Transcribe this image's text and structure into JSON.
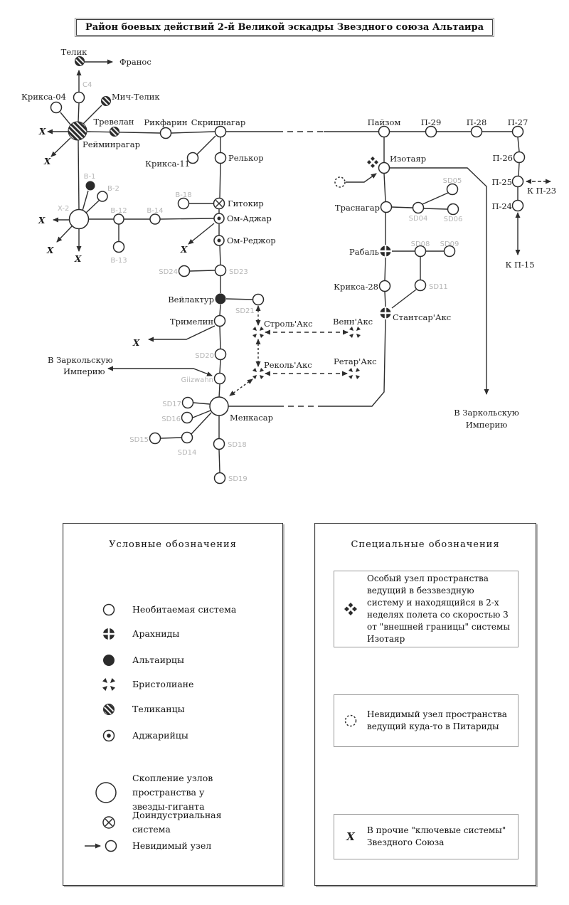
{
  "title": "Район боевых действий 2-й Великой эскадры Звездного союза Альтаира",
  "colors": {
    "ink": "#2b2b2b",
    "muted_label": "#b6b6b6",
    "background": "#ffffff"
  },
  "map": {
    "labels": {
      "telik": "Телик",
      "franos": "Франос",
      "c4": "C4",
      "kriksa04": "Крикса-04",
      "michtelik": "Мич-Телик",
      "trevelan": "Тревелан",
      "reyminragar": "Рейминрагар",
      "rikfarin": "Рикфарин",
      "skrishnagar": "Скришнагар",
      "kriksa11": "Крикса-11",
      "relkor": "Релькор",
      "b18": "B-18",
      "gitokir": "Гитокир",
      "omadzhar": "Ом-Аджар",
      "omredzhor": "Ом-Реджор",
      "b1": "B-1",
      "b2": "B-2",
      "x2": "X-2",
      "b12": "B-12",
      "b14": "B-14",
      "b13": "B-13",
      "sd24": "SD24",
      "sd23": "SD23",
      "veylaktur": "Вейлактур",
      "sd21": "SD21",
      "trimelin": "Тримелин",
      "sd20": "SD20",
      "gizwahn": "Giizwahn",
      "stroll": "Строль'Акс",
      "venn": "Венн'Акс",
      "rekol": "Реколь'Акс",
      "retar": "Ретар'Акс",
      "menkasar": "Менкасар",
      "sd17": "SD17",
      "sd16": "SD16",
      "sd15": "SD15",
      "sd14": "SD14",
      "sd18": "SD18",
      "sd19": "SD19",
      "zarkol_1": "В Заркольскую",
      "zarkol_2": "Империю",
      "payzom": "Пайзом",
      "p29": "П-29",
      "p28": "П-28",
      "p27": "П-27",
      "p26": "П-26",
      "p25": "П-25",
      "p24": "П-24",
      "kp23": "К П-23",
      "kp15": "К П-15",
      "izotayar": "Изотаяр",
      "trasnagar": "Траснагар",
      "sd04": "SD04",
      "sd05": "SD05",
      "sd06": "SD06",
      "rabal": "Рабаль",
      "sd08": "SD08",
      "sd09": "SD09",
      "kriksa28": "Крикса-28",
      "sd11": "SD11",
      "stantsar": "Стантсар'Акс",
      "x_mark": "X"
    }
  },
  "legend": {
    "title": "Условные обозначения",
    "items": [
      {
        "symbol": "open-circle-icon",
        "label": "Необитаемая система"
      },
      {
        "symbol": "arachnid-icon",
        "label": "Арахниды"
      },
      {
        "symbol": "altair-icon",
        "label": "Альтаирцы"
      },
      {
        "symbol": "bristol-icon",
        "label": "Бристолиане"
      },
      {
        "symbol": "telikan-icon",
        "label": "Теликанцы"
      },
      {
        "symbol": "adzhar-icon",
        "label": "Аджарийцы"
      },
      {
        "symbol": "giant-cluster-icon",
        "label": "Скопление узлов пространства у звезды-гиганта"
      },
      {
        "symbol": "preindustrial-icon",
        "label": "Доиндустриальная система"
      },
      {
        "symbol": "invisible-node-icon",
        "label": "Невидимый узел"
      }
    ]
  },
  "special": {
    "title": "Специальные обозначения",
    "boxes": [
      {
        "symbol": "special-node-icon",
        "text": "Особый узел пространства ведущий в беззвездную систему и находящийся в 2-х неделях полета со скоростью 3 от \"внешней границы\" системы Изотаяр"
      },
      {
        "symbol": "invisible-dashed-icon",
        "text": "Невидимый узел пространства ведущий куда-то в Питариды"
      },
      {
        "symbol": "x-mark-icon",
        "text": "В прочие \"ключевые системы\" Звездного Союза"
      }
    ]
  }
}
